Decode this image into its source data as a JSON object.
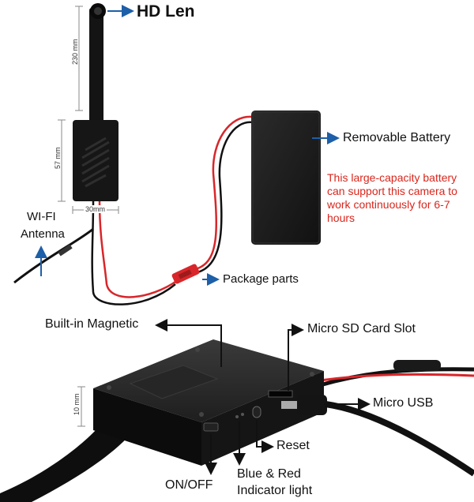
{
  "labels": {
    "hd_len": "HD Len",
    "removable_battery": "Removable Battery",
    "battery_note": "This large-capacity battery can support this camera to work continuously for 6-7 hours",
    "wifi_antenna_line1": "WI-FI",
    "wifi_antenna_line2": "Antenna",
    "package_parts": "Package parts",
    "built_in_magnetic": "Built-in Magnetic",
    "micro_sd_card_slot": "Micro SD Card Slot",
    "micro_usb": "Micro USB",
    "reset": "Reset",
    "on_off": "ON/OFF",
    "indicator_line1": "Blue & Red",
    "indicator_line2": "Indicator light"
  },
  "dimensions": {
    "lens_length": "230 mm",
    "board_height": "57 mm",
    "board_width": "30mm",
    "box_thickness": "10 mm"
  },
  "colors": {
    "device": "#1a1a1a",
    "wire_red": "#d8262a",
    "wire_black": "#111111",
    "arrow_blue": "#1d5fa8",
    "note_red": "#d9261c"
  }
}
